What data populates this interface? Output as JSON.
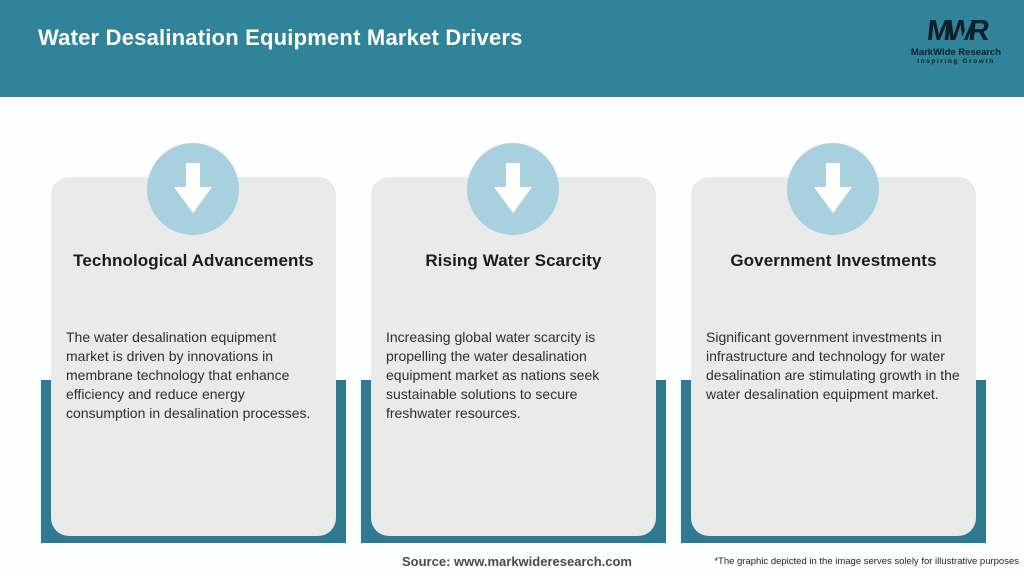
{
  "header": {
    "title": "Water Desalination Equipment Market Drivers",
    "logo": {
      "monogram": "MWR",
      "name": "MarkWide Research",
      "tagline": "Inspiring Growth"
    }
  },
  "chart_data": {
    "type": "table",
    "title": "Water Desalination Equipment Market Drivers",
    "categories": [
      "Technological Advancements",
      "Rising Water Scarcity",
      "Government Investments"
    ],
    "descriptions": [
      "The water desalination equipment market is driven by innovations in membrane technology that enhance efficiency and reduce energy consumption in desalination processes.",
      "Increasing global water scarcity is propelling the water desalination equipment market as nations seek sustainable solutions to secure freshwater resources.",
      "Significant government investments in infrastructure and technology for water desalination are stimulating growth in the water desalination equipment market."
    ]
  },
  "cards": [
    {
      "title": "Technological Advancements",
      "body": "The water desalination equipment market is driven by innovations in membrane technology that enhance efficiency and reduce energy consumption in desalination processes.",
      "icon": "down-arrow-icon"
    },
    {
      "title": "Rising Water Scarcity",
      "body": "Increasing global water scarcity is propelling the water desalination equipment market as nations seek sustainable solutions to secure freshwater resources.",
      "icon": "down-arrow-icon"
    },
    {
      "title": "Government Investments",
      "body": "Significant government investments in infrastructure and technology for water desalination are stimulating growth in the water desalination equipment market.",
      "icon": "down-arrow-icon"
    }
  ],
  "footer": {
    "source": "Source: www.markwideresearch.com",
    "disclaimer": "*The graphic depicted in the image serves solely for illustrative purposes"
  },
  "colors": {
    "header_teal": "#2f8499",
    "band_teal": "#2d7a92",
    "card_gray": "#e9ebeb",
    "badge_blue": "#a9d0df",
    "title_text": "#1b1b1b",
    "body_text": "#2e2e2e",
    "logo_dark": "#0d1f2a"
  }
}
